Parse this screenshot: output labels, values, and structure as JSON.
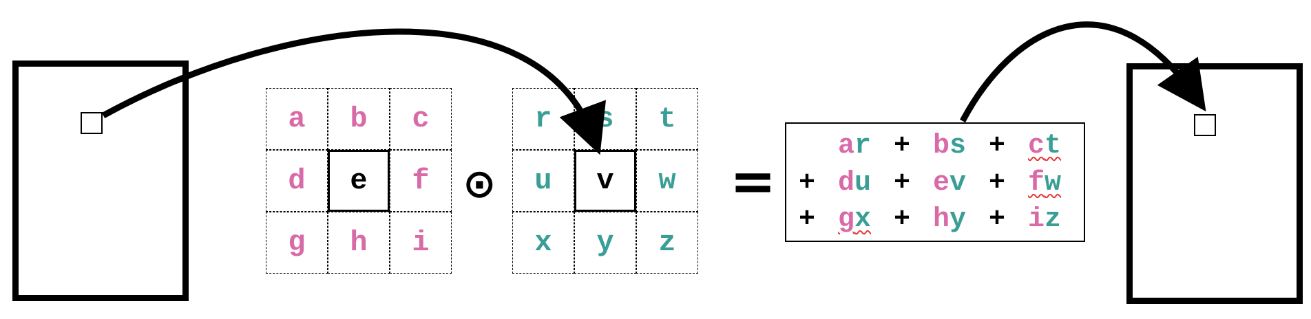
{
  "colors": {
    "kernel": "#d96aa8",
    "image": "#3a9e96",
    "ink": "#000000",
    "underline": "#e23a3a"
  },
  "left_grid": {
    "cells": [
      "a",
      "b",
      "c",
      "d",
      "e",
      "f",
      "g",
      "h",
      "i"
    ]
  },
  "right_grid": {
    "cells": [
      "r",
      "s",
      "t",
      "u",
      "v",
      "w",
      "x",
      "y",
      "z"
    ]
  },
  "operator_hadamard": "⊙",
  "operator_equals": "=",
  "result": {
    "plus": "+",
    "rows": [
      [
        {
          "k": "a",
          "i": "r"
        },
        {
          "k": "b",
          "i": "s"
        },
        {
          "k": "c",
          "i": "t"
        }
      ],
      [
        {
          "k": "d",
          "i": "u"
        },
        {
          "k": "e",
          "i": "v"
        },
        {
          "k": "f",
          "i": "w"
        }
      ],
      [
        {
          "k": "g",
          "i": "x"
        },
        {
          "k": "h",
          "i": "y"
        },
        {
          "k": "i",
          "i": "z"
        }
      ]
    ]
  }
}
